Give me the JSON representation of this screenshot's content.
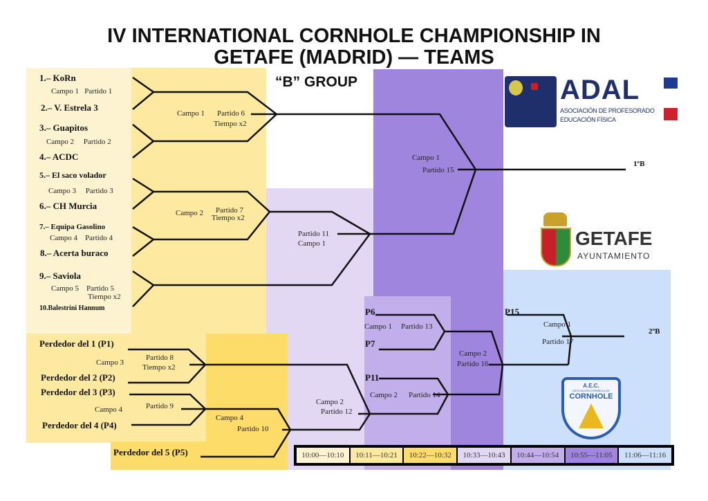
{
  "title": {
    "line1": "IV INTERNATIONAL CORNHOLE CHAMPIONSHIP IN",
    "line2": "GETAFE (MADRID) — TEAMS",
    "group": "“B” GROUP"
  },
  "teams": [
    "1.– KoRn",
    "2.–  V. Estrela 3",
    "3.– Guapitos",
    "4.– ACDC",
    "5.– El saco volador",
    "6.– CH Murcia",
    "7.– Equipa Gasolino",
    "8.– Acerta buraco",
    "9.– Saviola",
    "10.Balestrini Hannum"
  ],
  "matches": {
    "m1": "Campo 1   Partido 1",
    "m2": "Campo 2     Partido 2",
    "m3": "Campo 3     Partido 3",
    "m4": "Campo 4    Partido 4",
    "m5a": "Campo 5    Partido 5",
    "m5b": "Tiempo x2",
    "m6a": "Campo 1",
    "m6b": "Partido 6",
    "m6c": "Tiempo x2",
    "m7a": "Campo 2",
    "m7b": "Partido 7",
    "m7c": "Tiempo x2",
    "m11a": "Partido 11",
    "m11b": "Campo 1",
    "m15a": "Campo 1",
    "m15b": "Partido 15",
    "m8a": "Campo 3",
    "m8b": "Partido 8",
    "m8c": "Tiempo x2",
    "m9a": "Campo 4",
    "m9b": "Partido 9",
    "m10a": "Campo 4",
    "m10b": "Partido 10",
    "m12a": "Campo 2",
    "m12b": "Partido 12",
    "m13a": "Campo 1",
    "m13b": "Partido 13",
    "m14a": "Campo 2",
    "m14b": "Partido 14",
    "m16a": "Campo 2",
    "m16b": "Partido 16",
    "m17a": "Campo 1",
    "m17b": "Partido 17"
  },
  "losers": [
    "Perdedor del 1 (P1)",
    "Perdedor del 2 (P2)",
    "Perdedor del 3 (P3)",
    "Perdedor del 4 (P4)",
    "Perdedor del 5 (P5)"
  ],
  "seeds": {
    "p6": "P6",
    "p7": "P7",
    "p11": "P11",
    "p15": "P15"
  },
  "results": {
    "first": "1ºB",
    "second": "2ºB"
  },
  "timeline": [
    {
      "label": "10:00—10:10",
      "color": "#fdf3d0"
    },
    {
      "label": "10:11—10:21",
      "color": "#fde9a0"
    },
    {
      "label": "10:22—10:32",
      "color": "#fddc6a"
    },
    {
      "label": "10:33—10:43",
      "color": "#e2d8f4"
    },
    {
      "label": "10:44—10:54",
      "color": "#c2aeea"
    },
    {
      "label": "10:55—11:05",
      "color": "#9f85dd"
    },
    {
      "label": "11:06—11:16",
      "color": "#cce0fb"
    }
  ],
  "logos": {
    "adal": "ADAL",
    "adal_sub1": "ASOCIACIÓN DE PROFESORADO",
    "adal_sub2": "EDUCACIÓN FÍSICA",
    "getafe": "GETAFE",
    "getafe_sub": "AYUNTAMIENTO",
    "aec_top": "A.E.C.",
    "aec_mid": "ASOCIACIÓN ESPAÑOLA DE",
    "aec_main": "CORNHOLE"
  }
}
